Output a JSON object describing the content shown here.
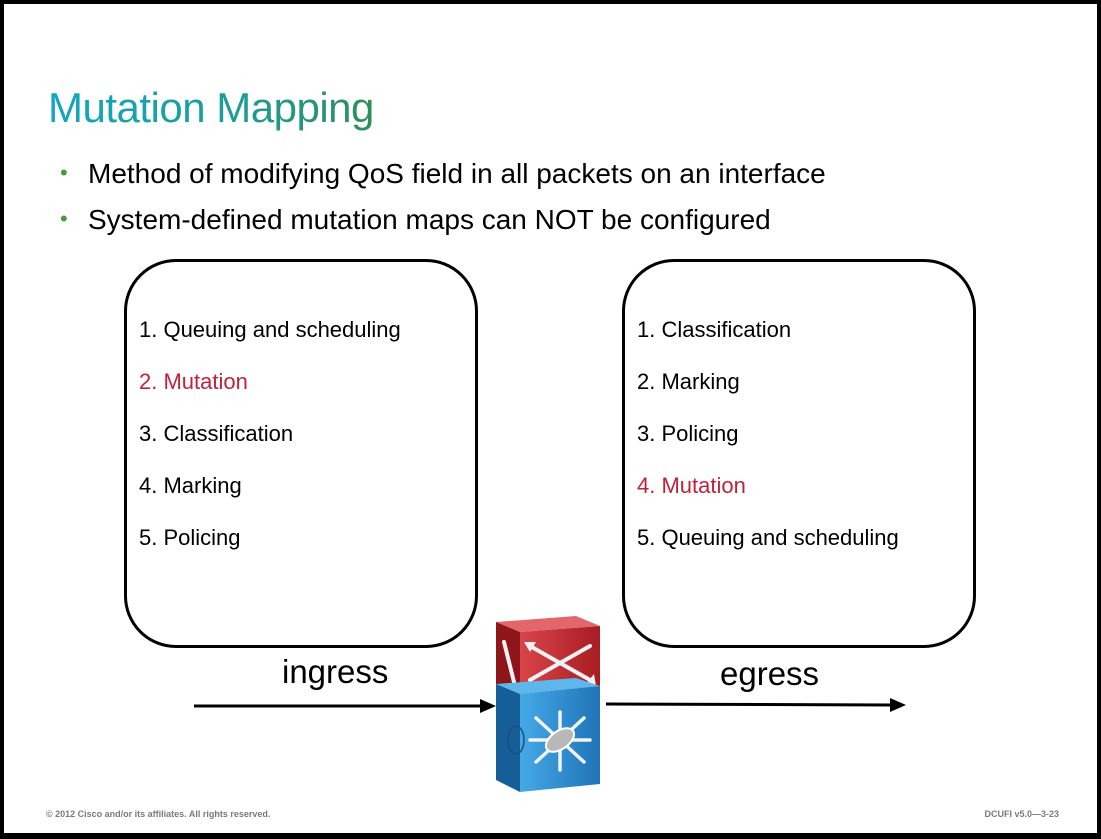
{
  "slide": {
    "title": "Mutation Mapping",
    "bullets": [
      "Method of modifying QoS field in all packets on an interface",
      "System-defined mutation maps can NOT be configured"
    ],
    "bullet_glyph": "•"
  },
  "ingress_box": {
    "steps": [
      "1. Queuing and scheduling",
      "2. Mutation",
      "3. Classification",
      "4. Marking",
      "5. Policing"
    ],
    "highlight_index": 1
  },
  "egress_box": {
    "steps": [
      "1. Classification",
      "2. Marking",
      "3. Policing",
      "4. Mutation",
      "5. Queuing and scheduling"
    ],
    "highlight_index": 3
  },
  "flow": {
    "ingress_label": "ingress",
    "egress_label": "egress"
  },
  "device": {
    "icon": "multilayer-switch-icon"
  },
  "footer": {
    "copyright": "© 2012 Cisco and/or its affiliates. All rights reserved.",
    "course_code": "DCUFI v5.0—3-23"
  },
  "colors": {
    "title": "#1a9fb0",
    "bullet": "#4a9a3c",
    "highlight": "#c0223b",
    "switch_top": "#c0282d",
    "switch_bottom": "#2f8fd0"
  }
}
